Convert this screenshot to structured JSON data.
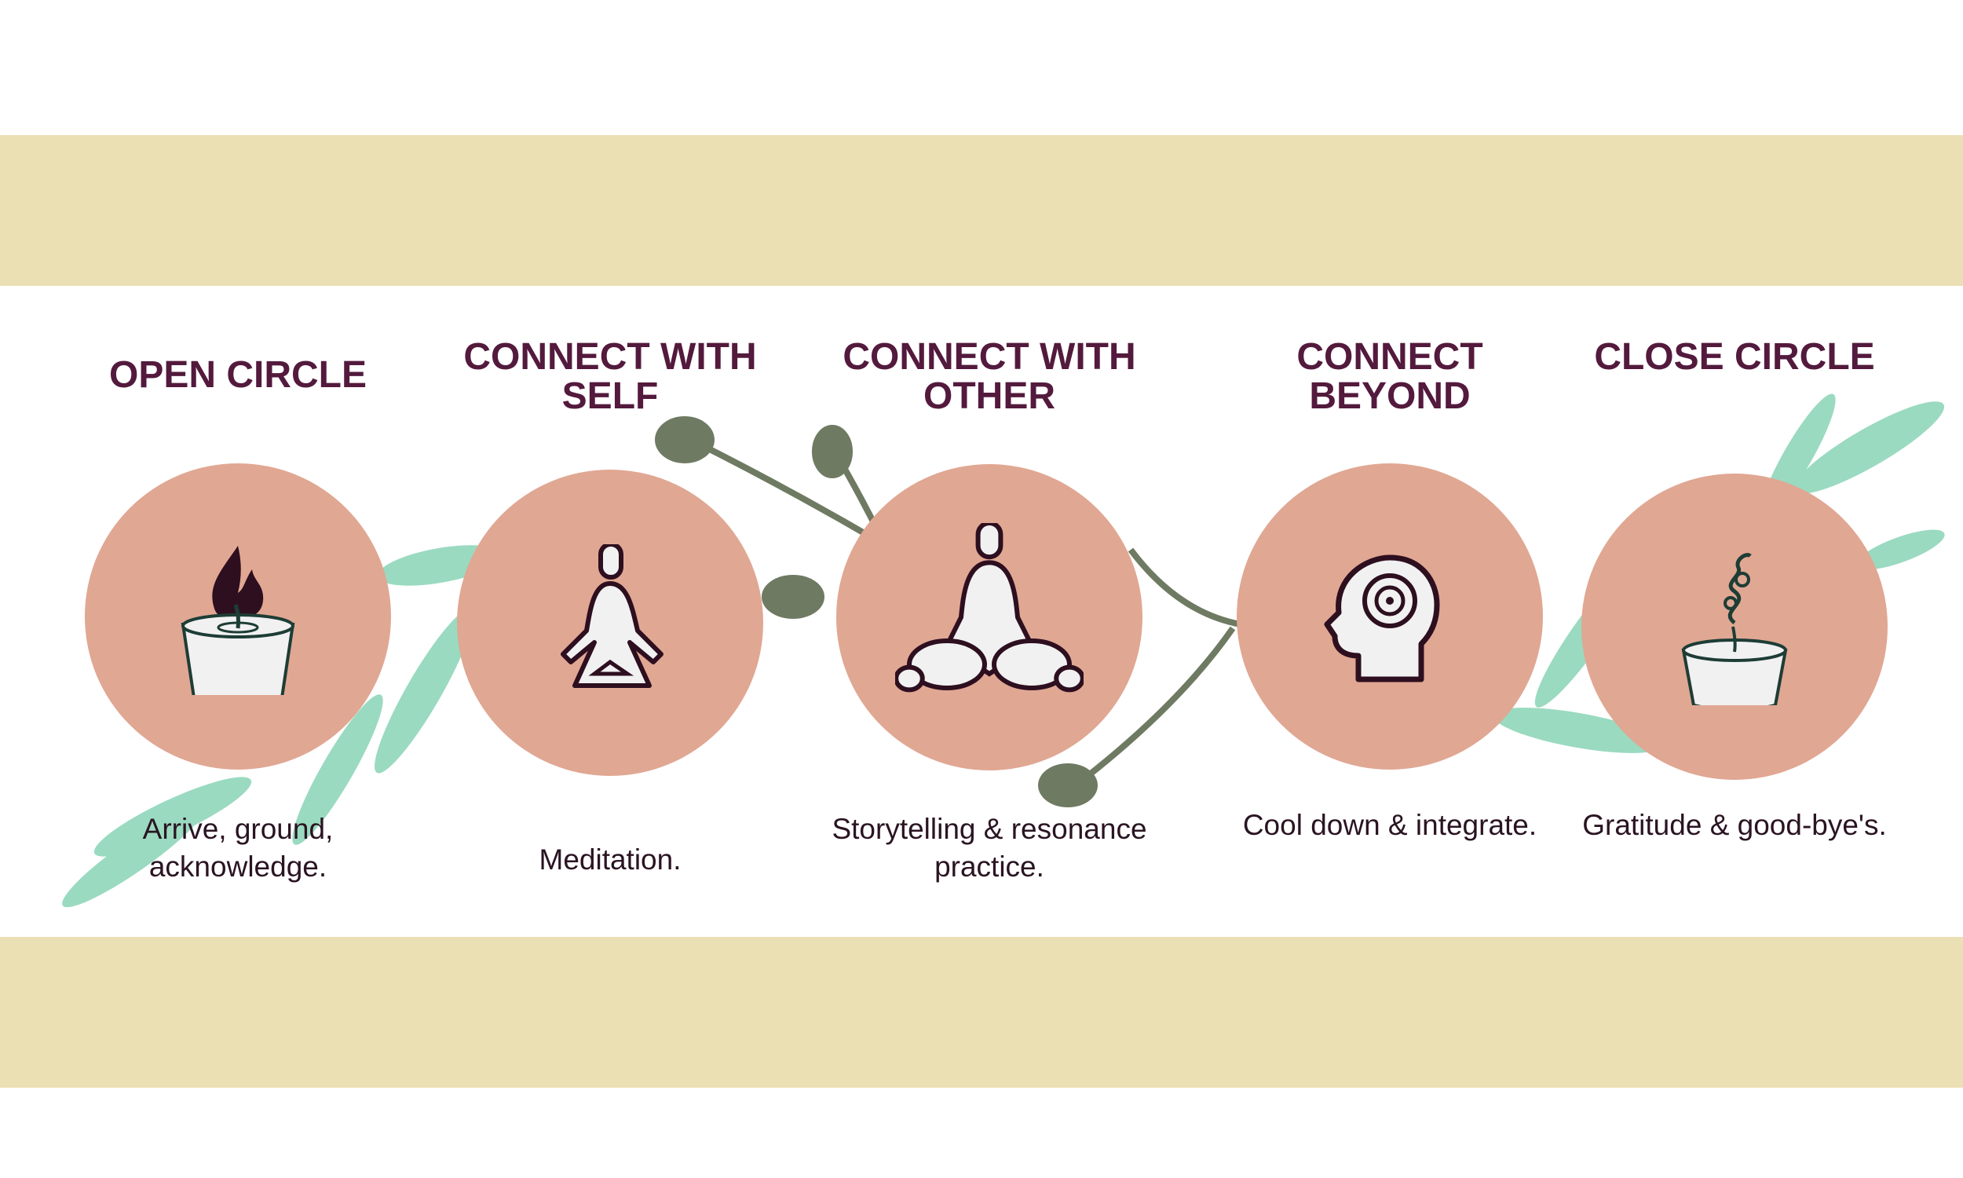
{
  "colors": {
    "band": "#ebdfb4",
    "circle": "#e0a793",
    "title": "#531a3d",
    "text": "#2a1422",
    "leaf_green": "#6fcaa5",
    "leaf_olive": "#6e7a62"
  },
  "steps": [
    {
      "title": "OPEN CIRCLE",
      "description": "Arrive, ground, acknowledge.",
      "icon": "candle-flame-icon"
    },
    {
      "title": "CONNECT WITH SELF",
      "description": "Meditation.",
      "icon": "meditation-icon"
    },
    {
      "title": "CONNECT WITH OTHER",
      "description": "Storytelling & resonance practice.",
      "icon": "group-meditation-icon"
    },
    {
      "title": "CONNECT BEYOND",
      "description": "Cool down & integrate.",
      "icon": "head-spiral-icon"
    },
    {
      "title": "CLOSE CIRCLE",
      "description": "Gratitude & good-bye's.",
      "icon": "candle-smoke-icon"
    }
  ]
}
